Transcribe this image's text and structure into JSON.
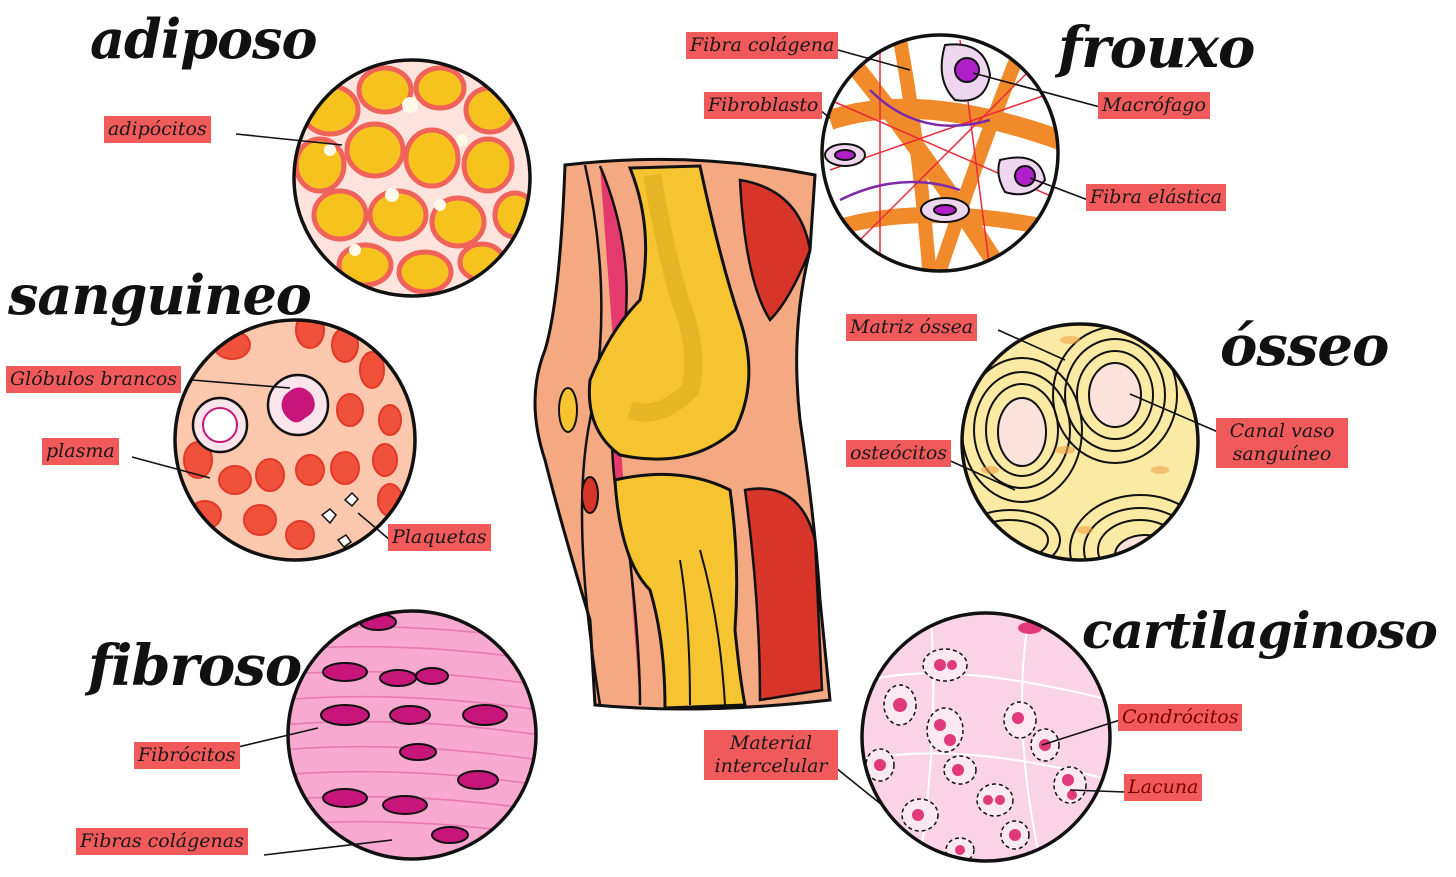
{
  "titles": {
    "adiposo": "adiposo",
    "sanguineo": "sanguineo",
    "fibroso": "fibroso",
    "frouxo": "frouxo",
    "osseo": "ósseo",
    "cartilaginoso": "cartilaginoso"
  },
  "labels": {
    "adipocitos": "adipócitos",
    "globulos_brancos": "Glóbulos brancos",
    "plasma": "plasma",
    "plaquetas": "Plaquetas",
    "fibrocitos": "Fibrócitos",
    "fibras_colagenas": "Fibras colágenas",
    "fibra_colagena": "Fibra colágena",
    "fibroblasto": "Fibroblasto",
    "macrofago": "Macrófago",
    "fibra_elastica": "Fibra elástica",
    "matriz_ossea": "Matriz óssea",
    "osteocitos": "osteócitos",
    "canal_vaso": "Canal vaso",
    "sanguineo": "sanguíneo",
    "material": "Material",
    "intercelular": "intercelular",
    "condrocitos": "Condrócitos",
    "lacuna": "Lacuna"
  },
  "colors": {
    "label_bg": "#f05a5a",
    "adipose_yellow": "#f7c81e",
    "blood_red": "#f0533a",
    "fibrous_pink": "#f7a8d0",
    "nucleus_magenta": "#c8157a",
    "collagen_orange": "#f08a2a",
    "bone_cream": "#fbeaa3",
    "cartilage_pink": "#fbd3e6"
  }
}
